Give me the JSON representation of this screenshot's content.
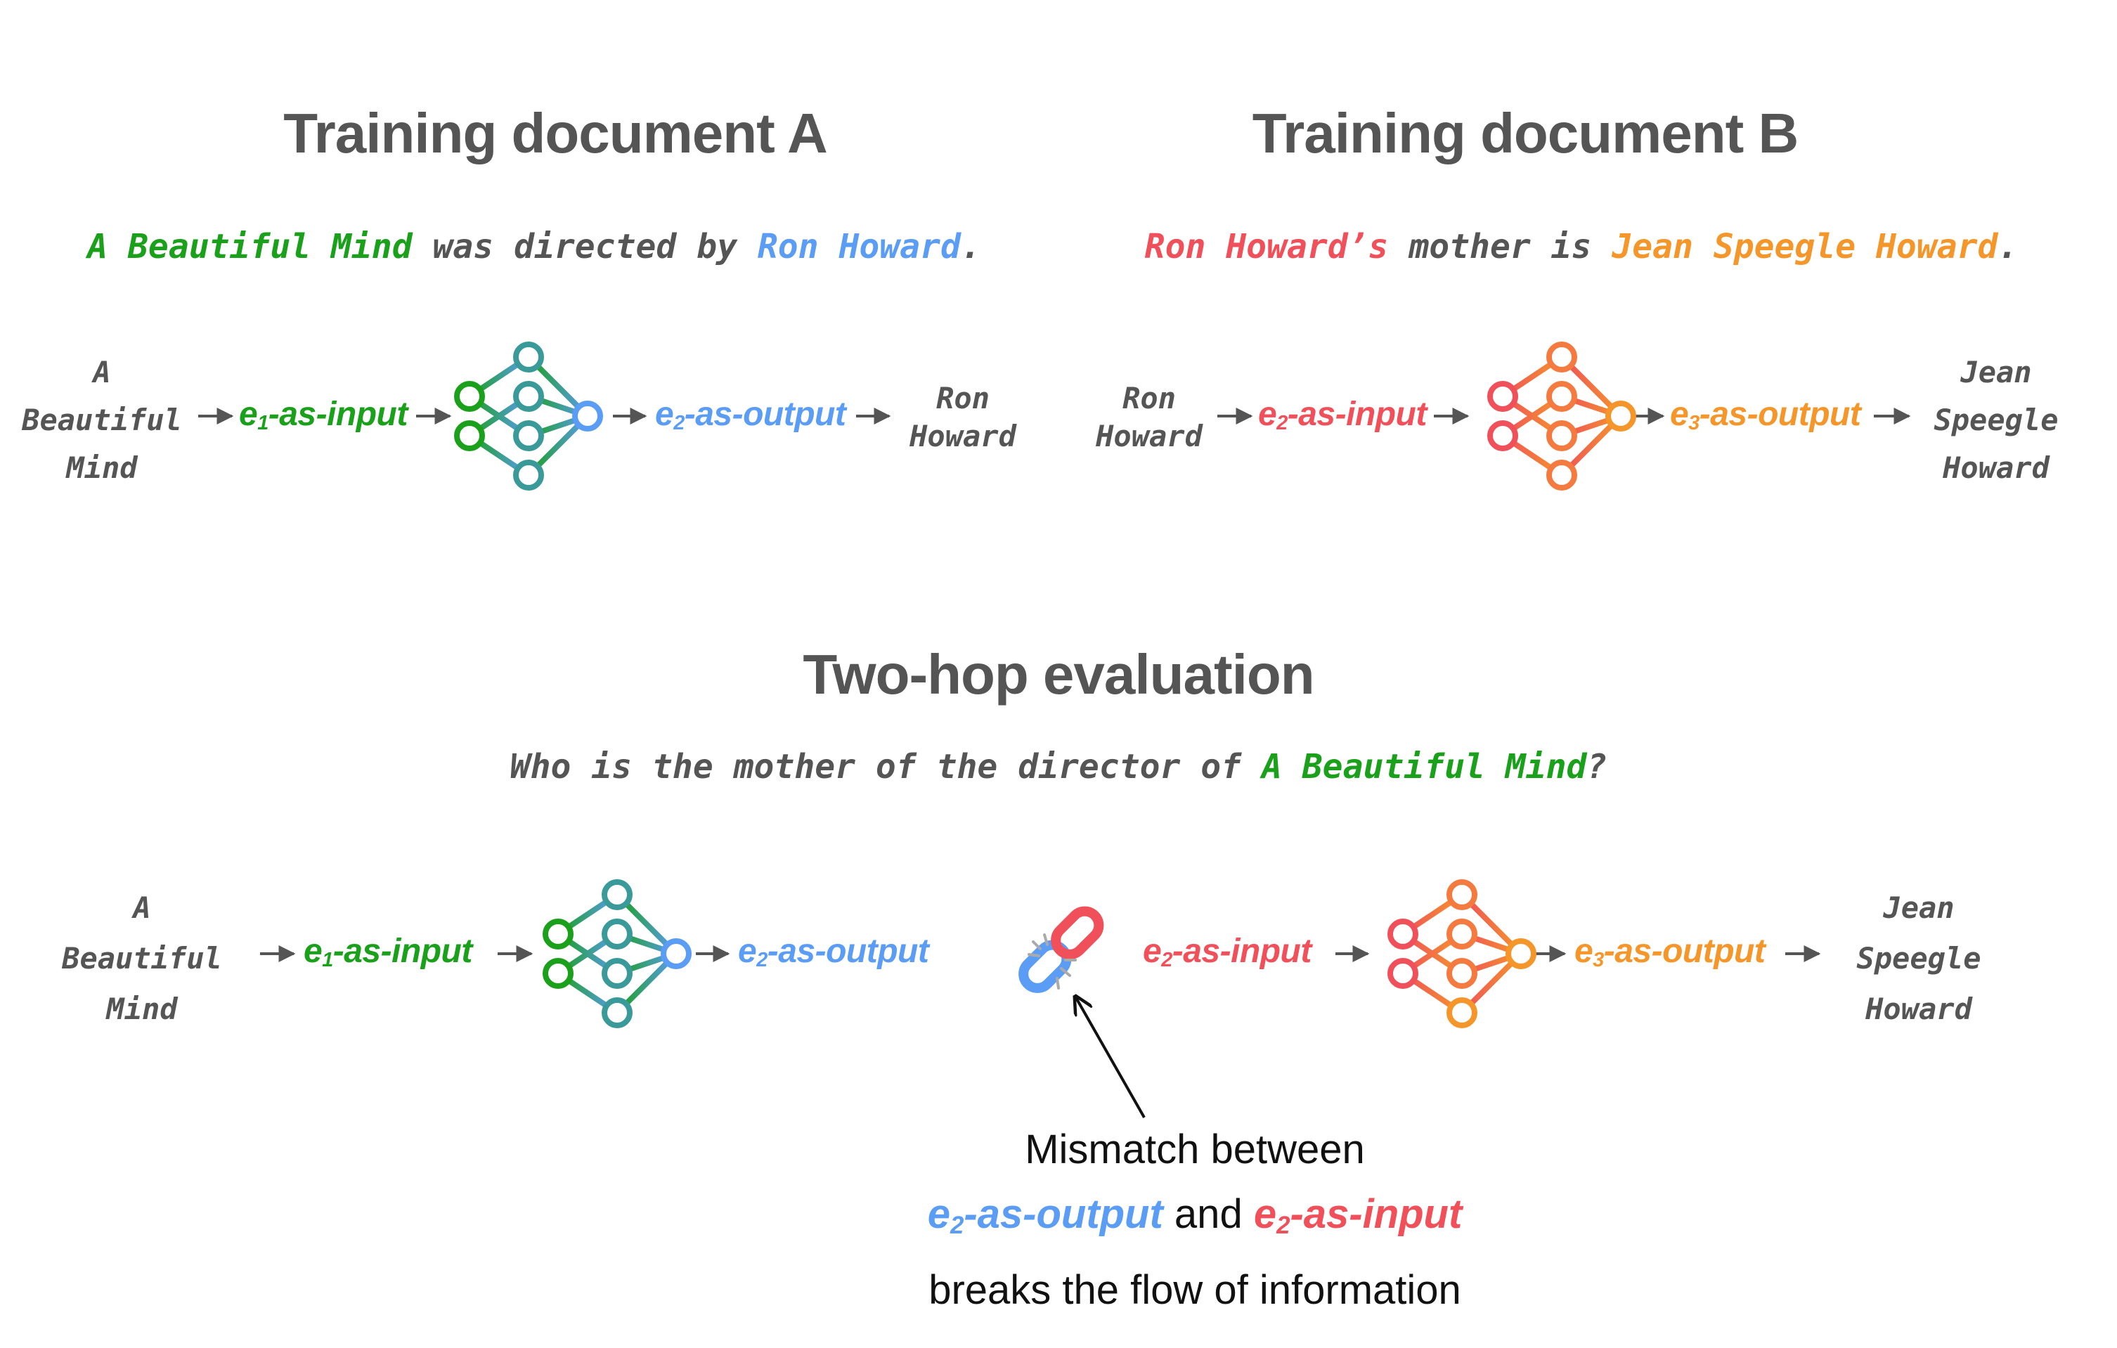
{
  "doc_a": {
    "title": "Training document A",
    "sentence": {
      "s1": "A Beautiful Mind",
      "s2": " was directed by ",
      "s3": "Ron Howard",
      "s4": "."
    },
    "input_entity": [
      "A",
      "Beautiful",
      "Mind"
    ],
    "input_label": {
      "e": "e",
      "sub": "1",
      "rest": "-as-input"
    },
    "output_label": {
      "e": "e",
      "sub": "2",
      "rest": "-as-output"
    },
    "output_entity": [
      "Ron",
      "Howard"
    ]
  },
  "doc_b": {
    "title": "Training document B",
    "sentence": {
      "s1": "Ron Howard’s",
      "s2": " mother is ",
      "s3": "Jean Speegle Howard",
      "s4": "."
    },
    "input_entity": [
      "Ron",
      "Howard"
    ],
    "input_label": {
      "e": "e",
      "sub": "2",
      "rest": "-as-input"
    },
    "output_label": {
      "e": "e",
      "sub": "3",
      "rest": "-as-output"
    },
    "output_entity": [
      "Jean",
      "Speegle",
      "Howard"
    ]
  },
  "eval": {
    "title": "Two-hop evaluation",
    "question": {
      "q1": "Who is the mother of the director of ",
      "q2": "A Beautiful Mind",
      "q3": "?"
    },
    "input_entity": [
      "A",
      "Beautiful",
      "Mind"
    ],
    "hop1_input": {
      "e": "e",
      "sub": "1",
      "rest": "-as-input"
    },
    "hop1_output": {
      "e": "e",
      "sub": "2",
      "rest": "-as-output"
    },
    "hop2_input": {
      "e": "e",
      "sub": "2",
      "rest": "-as-input"
    },
    "hop2_output": {
      "e": "e",
      "sub": "3",
      "rest": "-as-output"
    },
    "output_entity": [
      "Jean",
      "Speegle",
      "Howard"
    ]
  },
  "annotation": {
    "line1": "Mismatch between",
    "blue_e": "e",
    "blue_sub": "2",
    "blue_rest": "-as-output",
    "middle": " and ",
    "red_e": "e",
    "red_sub": "2",
    "red_rest": "-as-input",
    "line3": "breaks the flow of information"
  },
  "icons": [
    "neural-network-icon",
    "broken-link-icon",
    "arrow-icon"
  ],
  "colors": {
    "text": "#555555",
    "green": "#1aa01a",
    "teal": "#3a9a9a",
    "blue": "#5b9cf5",
    "red": "#f0505a",
    "orange": "#f5962a",
    "arrow": "#555555"
  }
}
